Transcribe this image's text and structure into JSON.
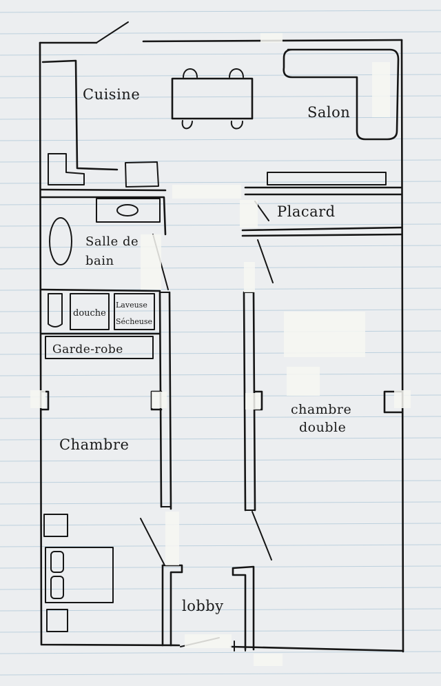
{
  "labels": {
    "cuisine": "Cuisine",
    "salon": "Salon",
    "placard": "Placard",
    "salle_de_bain_line1": "Salle de",
    "salle_de_bain_line2": "bain",
    "douche": "douche",
    "laveuse_line1": "Laveuse",
    "laveuse_line2": "Sécheuse",
    "garde_robe": "Garde-robe",
    "chambre": "Chambre",
    "chambre_double_line1": "chambre",
    "chambre_double_line2": "double",
    "lobby": "lobby"
  },
  "colors": {
    "paper": "#eceef0",
    "ink": "#151515",
    "ruled_line": "#bcd0dd",
    "tape": "#f7f7f2"
  }
}
